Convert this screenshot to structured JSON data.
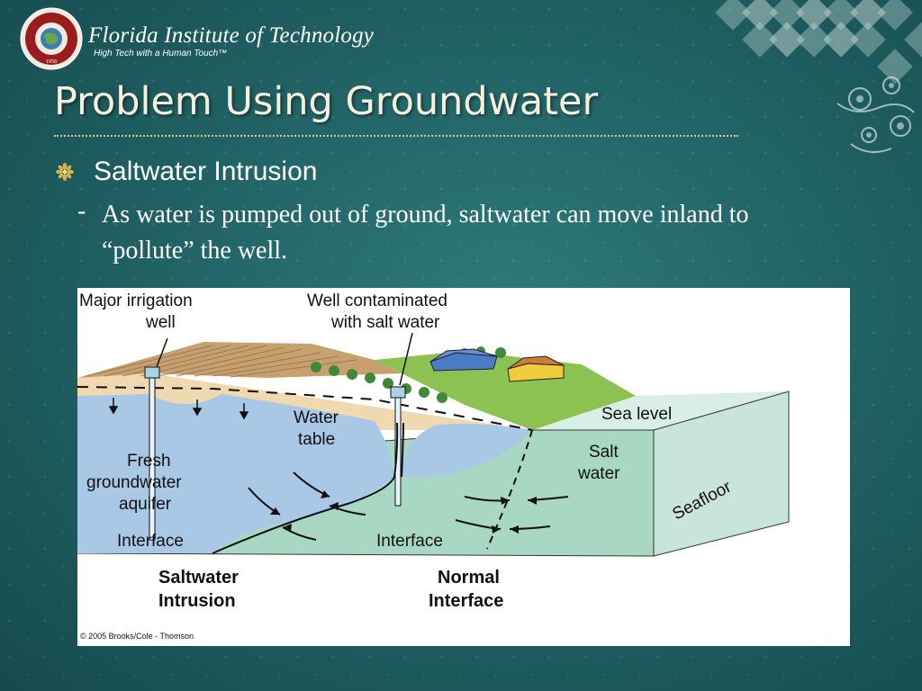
{
  "logo": {
    "institution": "Florida Institute of Technology",
    "tagline": "High Tech with a Human Touch™",
    "seal_year": "1958"
  },
  "slide": {
    "title": "Problem Using Groundwater",
    "bullet": "Saltwater Intrusion",
    "sub_dash": "-",
    "sub_text": "As water is pumped out of ground, saltwater can move inland to “pollute” the well."
  },
  "figure": {
    "labels": {
      "major_irrigation_well_line1": "Major irrigation",
      "major_irrigation_well_line2": "well",
      "well_contaminated_line1": "Well contaminated",
      "well_contaminated_line2": "with salt water",
      "water_table_line1": "Water",
      "water_table_line2": "table",
      "fresh_aquifer_line1": "Fresh",
      "fresh_aquifer_line2": "groundwater",
      "fresh_aquifer_line3": "aquifer",
      "interface_left": "Interface",
      "interface_right": "Interface",
      "sea_level": "Sea level",
      "salt_water_line1": "Salt",
      "salt_water_line2": "water",
      "seafloor": "Seafloor",
      "saltwater_intrusion_line1": "Saltwater",
      "saltwater_intrusion_line2": "Intrusion",
      "normal_interface_line1": "Normal",
      "normal_interface_line2": "Interface",
      "copyright": "© 2005 Brooks/Cole - Thomson"
    }
  },
  "colors": {
    "background": "#1f5f62",
    "title": "#f4f0dc",
    "rule": "#d8c88a",
    "bullet_icon": "#d9b24a",
    "fresh_water": "#a9c8e6",
    "salt_water": "#a8d8c4",
    "sand": "#f0d9b0",
    "grass": "#8cc252"
  },
  "icons": {
    "bullet": "flower-bullet-icon",
    "seal": "fit-seal-icon"
  }
}
